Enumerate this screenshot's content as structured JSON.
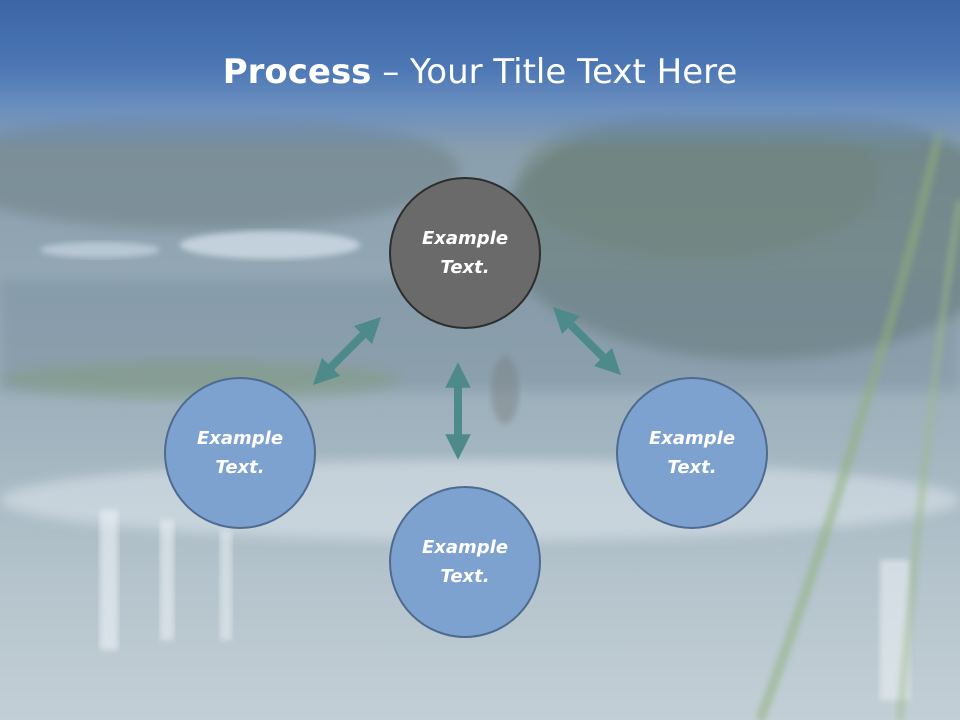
{
  "slide": {
    "title_bold": "Process",
    "title_rest": " – Your Title Text Here"
  },
  "nodes": [
    {
      "id": "top",
      "text": "Example Text.",
      "style": "dark"
    },
    {
      "id": "left",
      "text": "Example Text.",
      "style": "blue"
    },
    {
      "id": "bottom",
      "text": "Example Text.",
      "style": "blue"
    },
    {
      "id": "right",
      "text": "Example Text.",
      "style": "blue"
    }
  ],
  "colors": {
    "banner": "#3b65a6",
    "node_blue": "#7da2d0",
    "node_dark": "#6a6a6a",
    "arrow": "#4f8a8b"
  }
}
